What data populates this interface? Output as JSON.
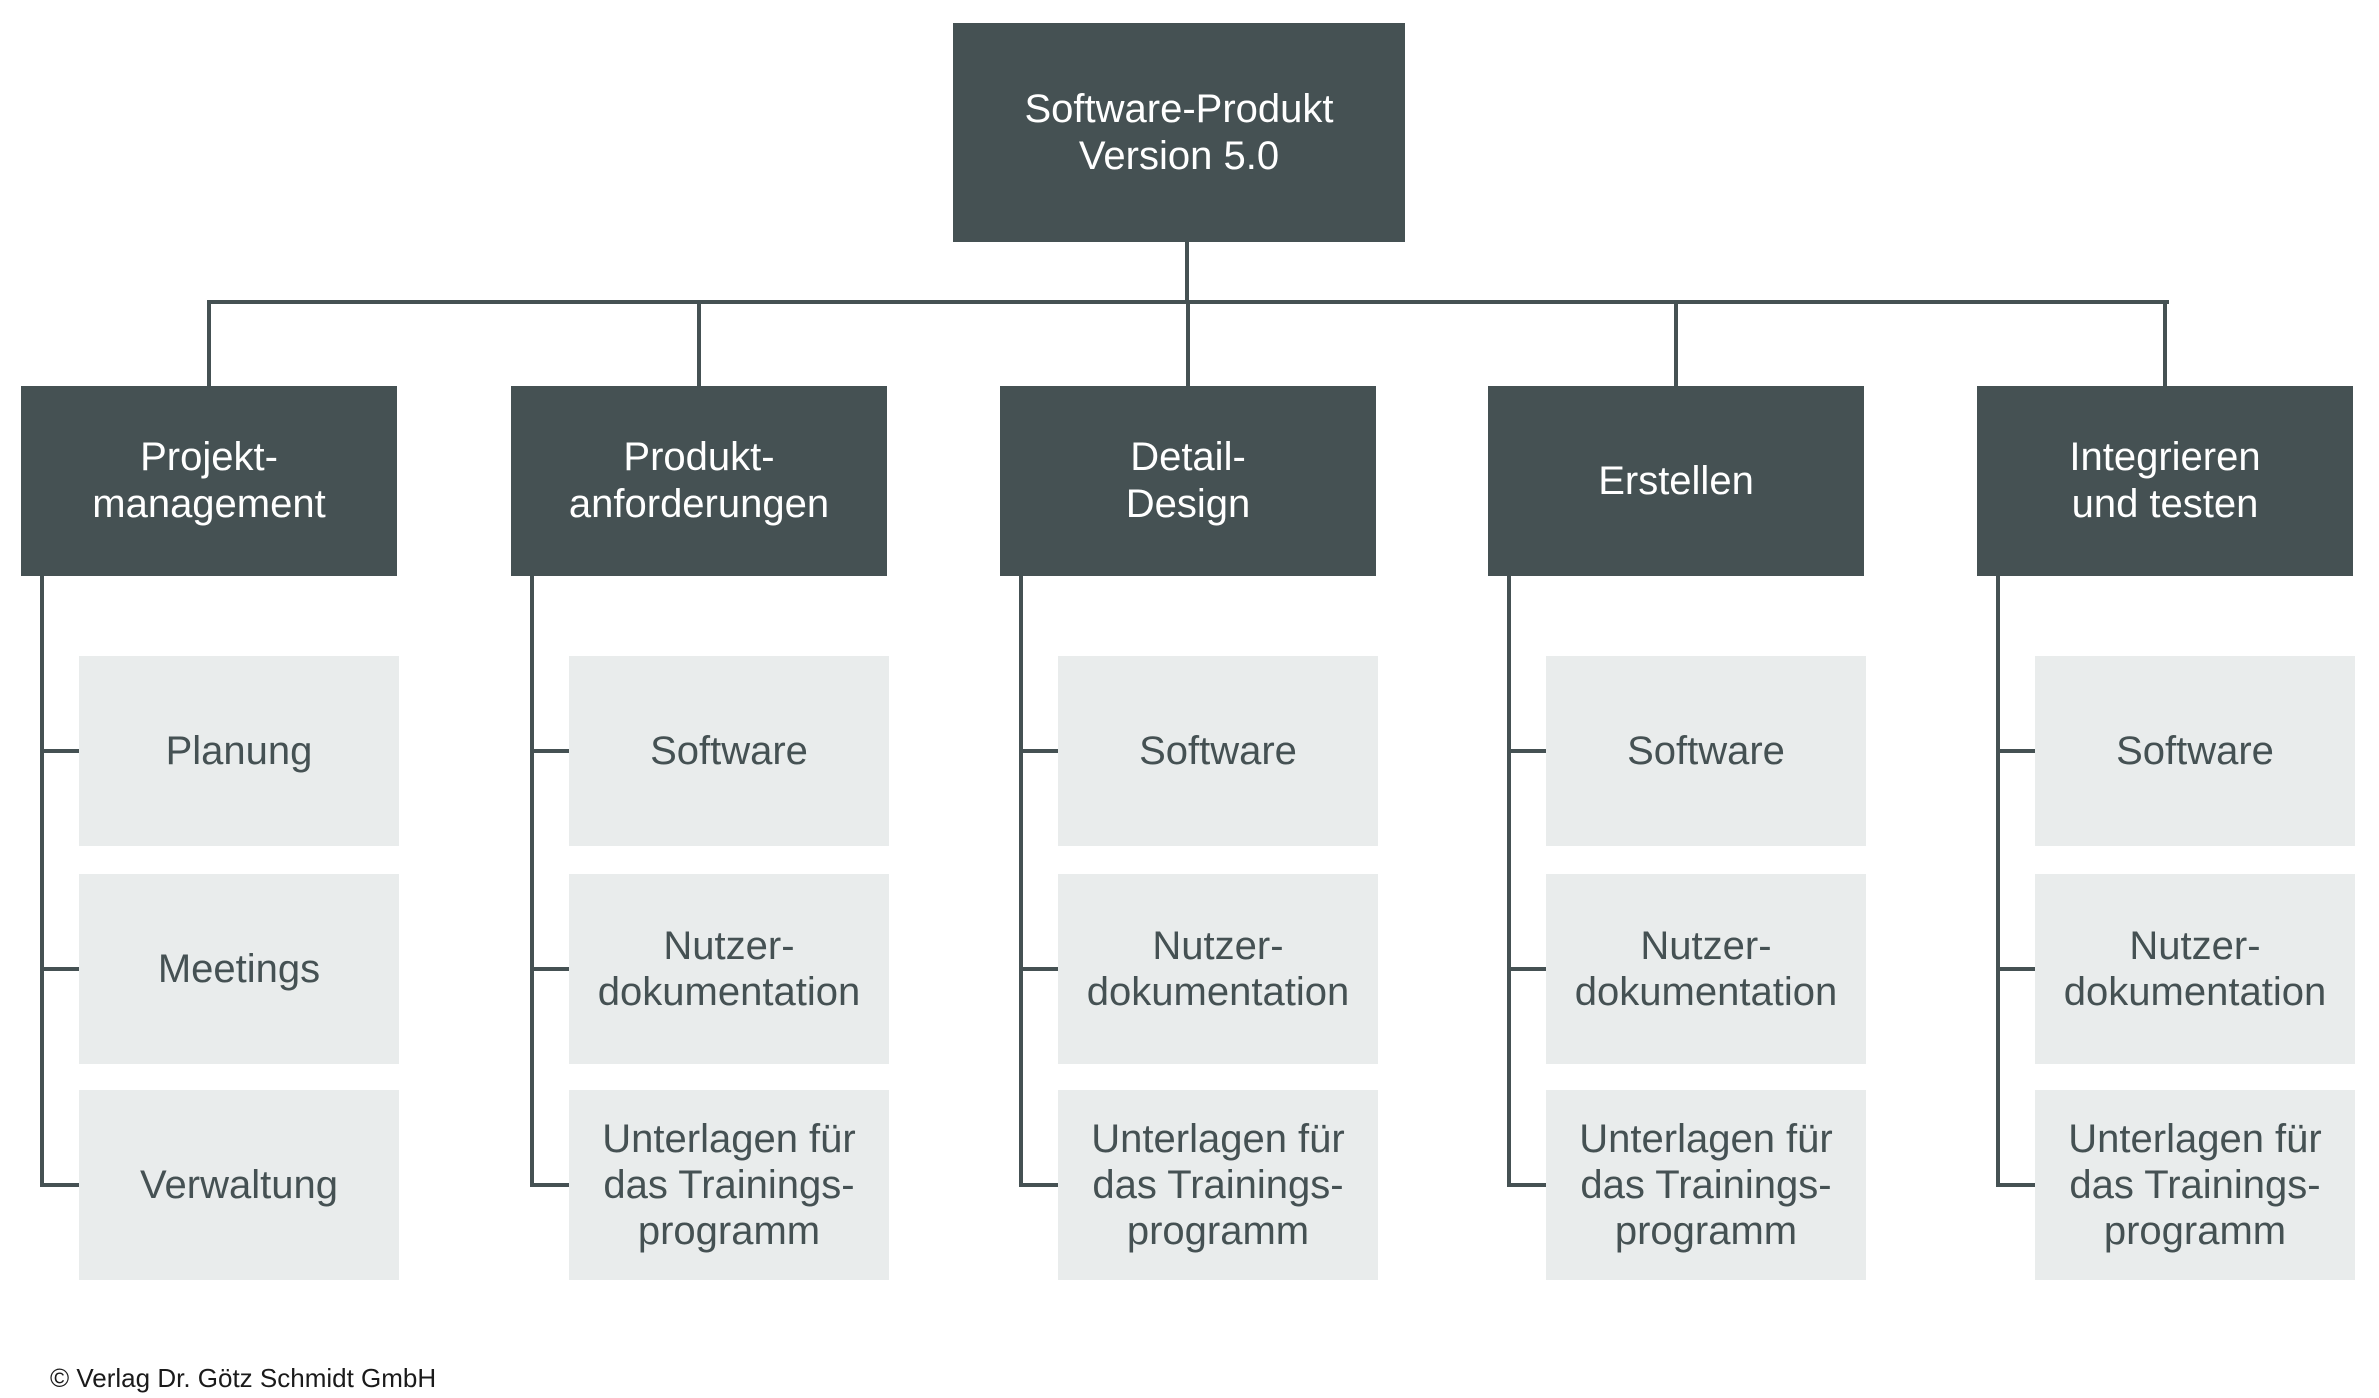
{
  "root": {
    "label": "Software-Produkt\nVersion 5.0"
  },
  "columns": [
    {
      "label": "Projekt-\nmanagement",
      "items": [
        "Planung",
        "Meetings",
        "Verwaltung"
      ]
    },
    {
      "label": "Produkt-\nanforderungen",
      "items": [
        "Software",
        "Nutzer-\ndokumentation",
        "Unterlagen für\ndas Trainings-\nprogramm"
      ]
    },
    {
      "label": "Detail-\nDesign",
      "items": [
        "Software",
        "Nutzer-\ndokumentation",
        "Unterlagen für\ndas Trainings-\nprogramm"
      ]
    },
    {
      "label": "Erstellen",
      "items": [
        "Software",
        "Nutzer-\ndokumentation",
        "Unterlagen für\ndas Trainings-\nprogramm"
      ]
    },
    {
      "label": "Integrieren\nund testen",
      "items": [
        "Software",
        "Nutzer-\ndokumentation",
        "Unterlagen für\ndas Trainings-\nprogramm"
      ]
    }
  ],
  "footer": {
    "copyright": "© Verlag Dr. Götz Schmidt GmbH"
  },
  "colors": {
    "dark": "#455153",
    "light": "#e9ecec"
  }
}
